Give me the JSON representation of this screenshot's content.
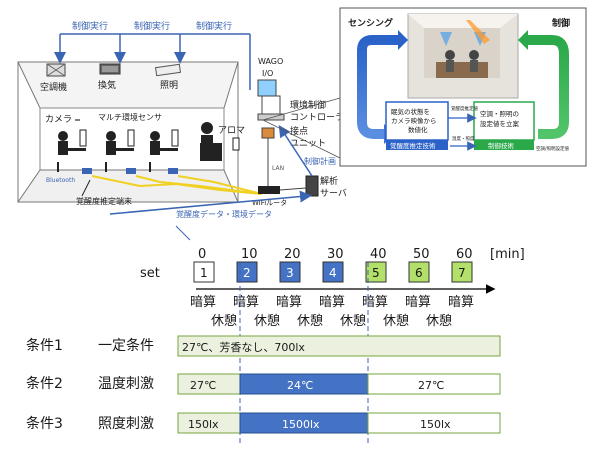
{
  "system": {
    "top_arrows": [
      "制御実行",
      "制御実行",
      "制御実行"
    ],
    "devices": {
      "ac": "空調機",
      "vent": "換気",
      "light": "照明",
      "camera": "カメラ",
      "multi_sensor": "マルチ環境センサ",
      "aroma": "アロマ",
      "wago": "WAGO",
      "io": "I/O",
      "env_controller_1": "環境制御",
      "env_controller_2": "コントローラ",
      "contact_1": "接点",
      "contact_2": "ユニット",
      "lan": "LAN",
      "bluetooth": "Bluetooth",
      "wifi_router": "WiFiルータ",
      "server_1": "解析",
      "server_2": "サーバ",
      "control_plan": "制御計画",
      "wakefulness_terminal": "覚醒度推定端末",
      "data_label": "覚醒度データ・環境データ"
    },
    "inset": {
      "sensing": "センシング",
      "control": "制御",
      "box1_lines": [
        "眠気の状態を",
        "カメラ映像から",
        "数値化"
      ],
      "box1_caption": "覚醒度推定技術",
      "box2_lines": [
        "空調・照明の",
        "設定値を立案"
      ],
      "box2_caption": "制御技術",
      "small_a": "覚醒度推定値",
      "small_b": "温度・照度",
      "small_c": "空調/照明設定値"
    }
  },
  "timeline": {
    "unit": "[min]",
    "ticks": [
      "0",
      "10",
      "20",
      "30",
      "40",
      "50",
      "60"
    ],
    "set_label": "set",
    "sets": [
      "1",
      "2",
      "3",
      "4",
      "5",
      "6",
      "7"
    ],
    "task_labels": [
      "暗算",
      "暗算",
      "暗算",
      "暗算",
      "暗算",
      "暗算",
      "暗算"
    ],
    "rest_labels": [
      "休憩",
      "休憩",
      "休憩",
      "休憩",
      "休憩",
      "休憩"
    ]
  },
  "conditions": [
    {
      "name": "条件1",
      "type": "一定条件",
      "segments": [
        "27℃、芳香なし、700lx"
      ]
    },
    {
      "name": "条件2",
      "type": "温度刺激",
      "segments": [
        "27℃",
        "24℃",
        "27℃"
      ]
    },
    {
      "name": "条件3",
      "type": "照度刺激",
      "segments": [
        "150lx",
        "1500lx",
        "150lx"
      ]
    }
  ],
  "colors": {
    "blue_set": "#4472c4",
    "green_set": "#b2e06a",
    "condition_fill": "#ebf1de",
    "condition_border": "#76a53c",
    "stim_fill": "#4472c4"
  }
}
